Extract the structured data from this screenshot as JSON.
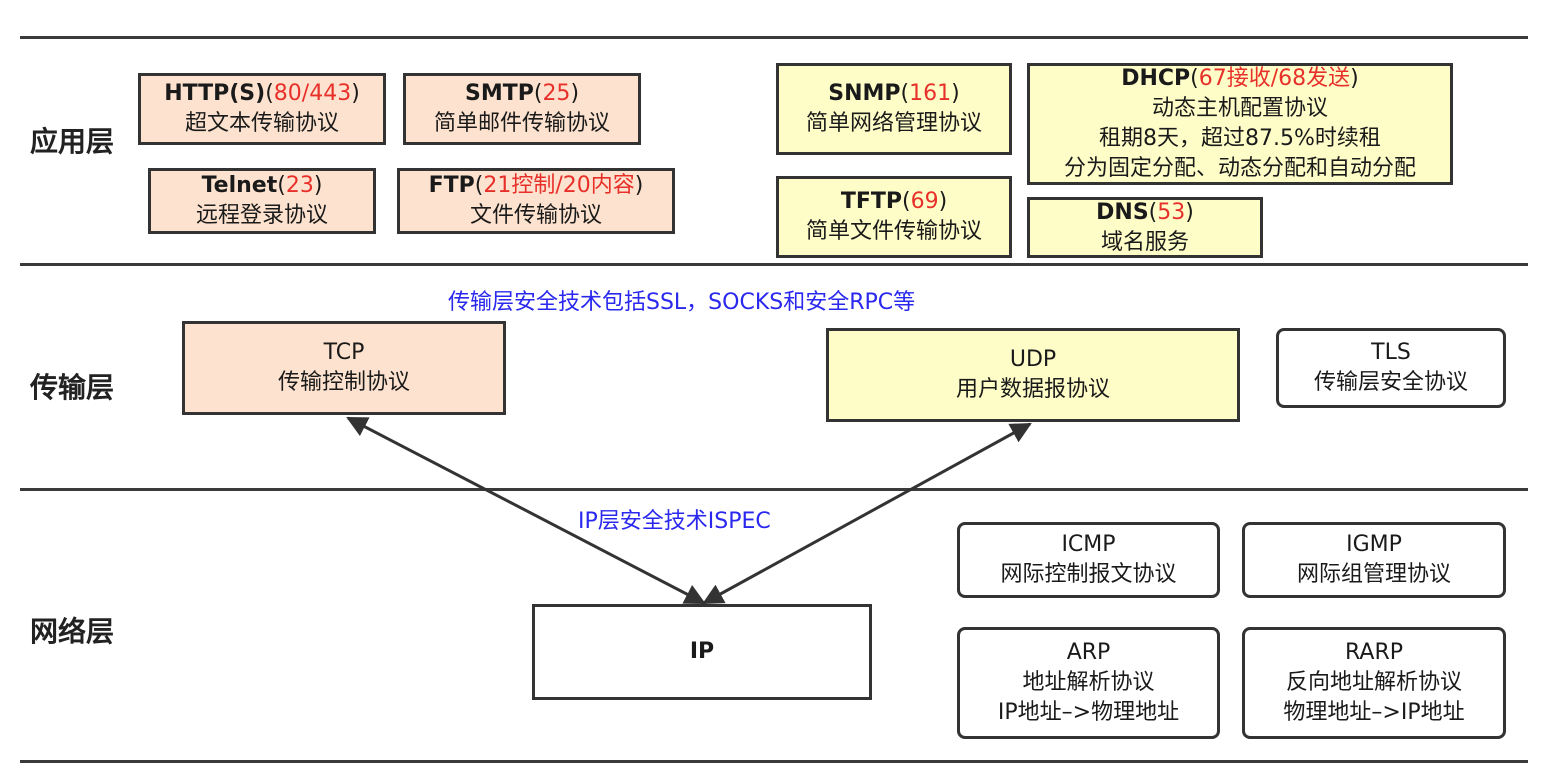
{
  "layers": {
    "application": "应用层",
    "transport": "传输层",
    "network": "网络层"
  },
  "app": {
    "http": {
      "name": "HTTP(S)",
      "open": "(",
      "port": "80/443",
      "close": ")",
      "desc": "超文本传输协议"
    },
    "smtp": {
      "name": "SMTP",
      "open": "(",
      "port": "25",
      "close": ")",
      "desc": "简单邮件传输协议"
    },
    "telnet": {
      "name": "Telnet",
      "open": "(",
      "port": "23",
      "close": ")",
      "desc": "远程登录协议"
    },
    "ftp": {
      "name": "FTP",
      "open": "(",
      "port": "21控制/20内容",
      "close": ")",
      "desc": "文件传输协议"
    },
    "snmp": {
      "name": "SNMP",
      "open": "(",
      "port": "161",
      "close": ")",
      "desc": "简单网络管理协议"
    },
    "tftp": {
      "name": "TFTP",
      "open": "(",
      "port": "69",
      "close": ")",
      "desc": "简单文件传输协议"
    },
    "dhcp": {
      "name": "DHCP",
      "open": "(",
      "port": "67接收/68发送",
      "close": ")",
      "desc": "动态主机配置协议",
      "line2": "租期8天，超过87.5%时续租",
      "line3": "分为固定分配、动态分配和自动分配"
    },
    "dns": {
      "name": "DNS",
      "open": "(",
      "port": "53",
      "close": ")",
      "desc": "域名服务"
    }
  },
  "transport": {
    "note": "传输层安全技术包括SSL，SOCKS和安全RPC等",
    "tcp": {
      "name": "TCP",
      "desc": "传输控制协议"
    },
    "udp": {
      "name": "UDP",
      "desc": "用户数据报协议"
    },
    "tls": {
      "name": "TLS",
      "desc": "传输层安全协议"
    }
  },
  "network": {
    "note": "IP层安全技术ISPEC",
    "ip": {
      "name": "IP"
    },
    "icmp": {
      "name": "ICMP",
      "desc": "网际控制报文协议"
    },
    "igmp": {
      "name": "IGMP",
      "desc": "网际组管理协议"
    },
    "arp": {
      "name": "ARP",
      "desc": "地址解析协议",
      "line2": "IP地址–>物理地址"
    },
    "rarp": {
      "name": "RARP",
      "desc": "反向地址解析协议",
      "line2": "物理地址–>IP地址"
    }
  },
  "colors": {
    "app_box_fill": "#fde3cf",
    "yellow_box_fill": "#fefdc8",
    "port_red": "#e8302b",
    "note_blue": "#2a28ee",
    "line": "#333333"
  }
}
